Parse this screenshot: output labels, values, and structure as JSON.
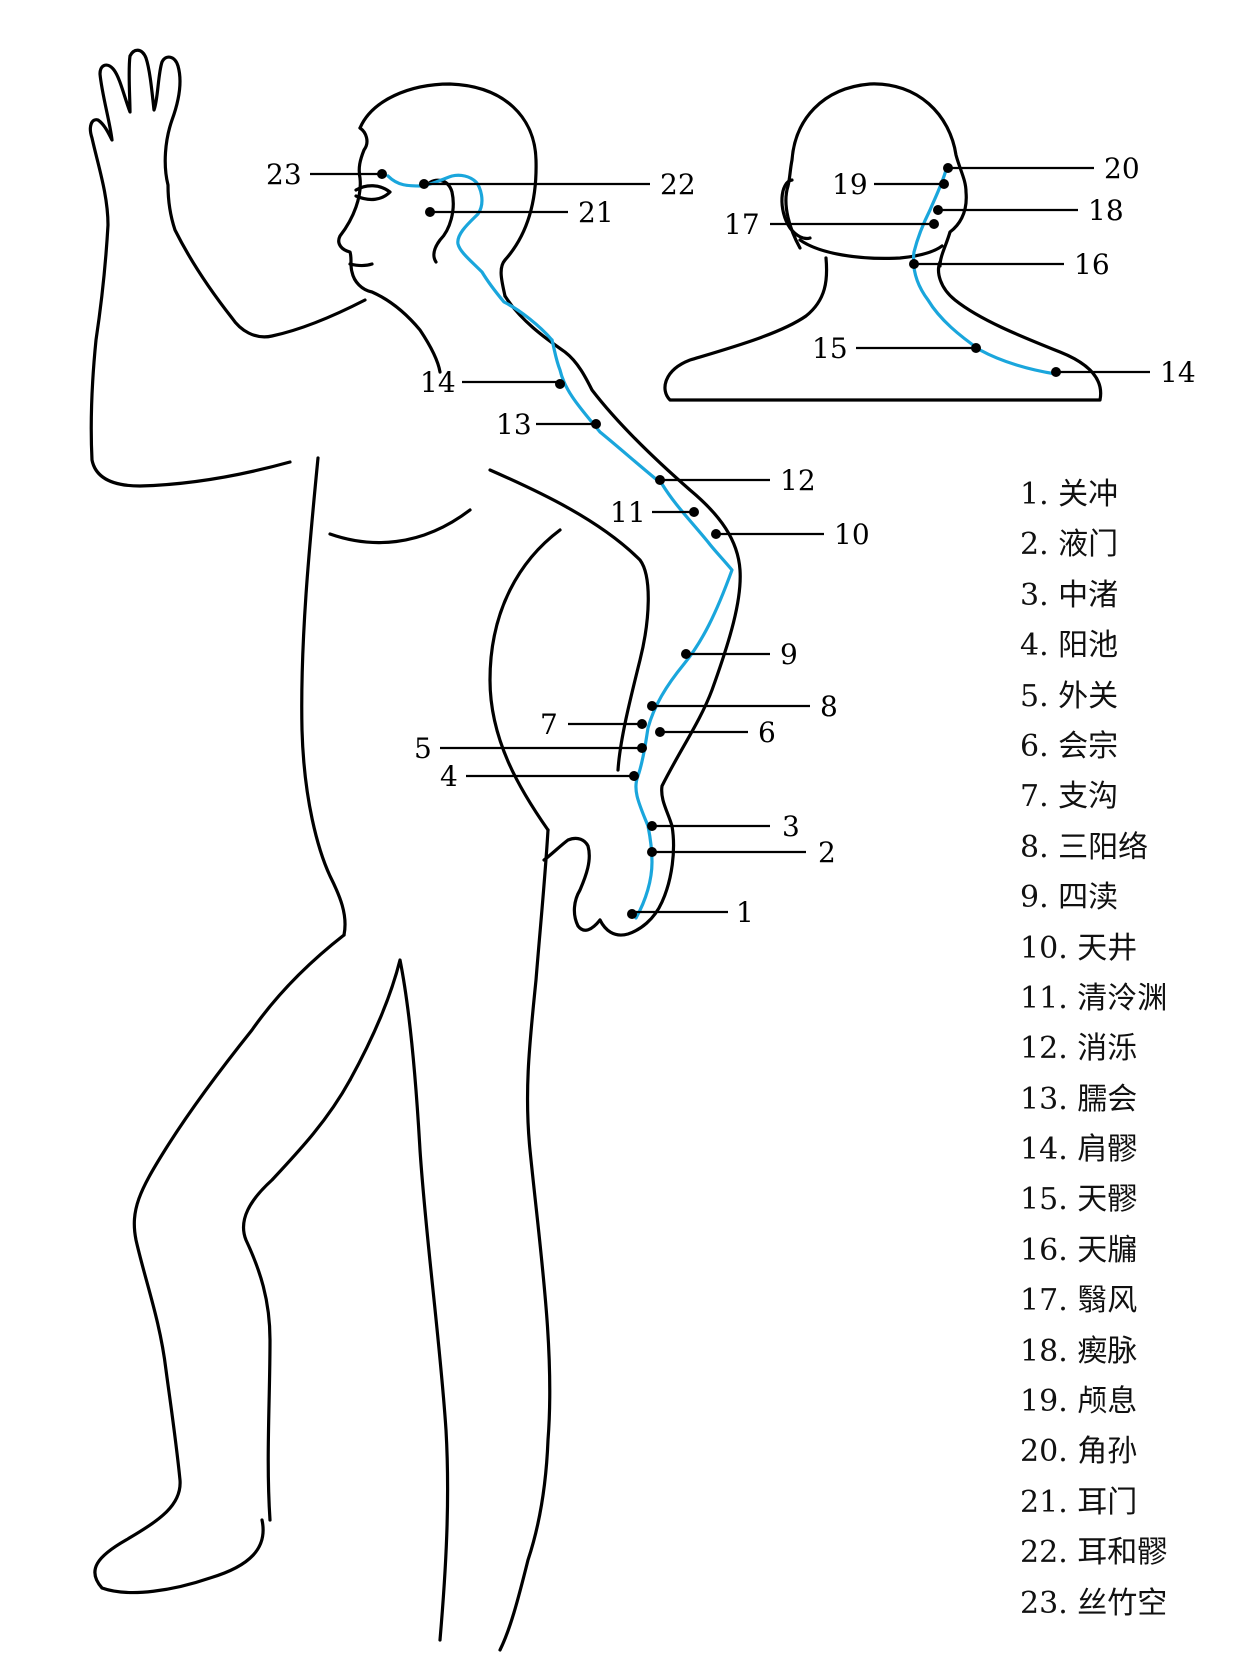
{
  "colors": {
    "outline": "#000000",
    "meridian": "#1aa6dc",
    "point": "#000000"
  },
  "points": [
    {
      "num": "1",
      "name": "关冲"
    },
    {
      "num": "2",
      "name": "液门"
    },
    {
      "num": "3",
      "name": "中渚"
    },
    {
      "num": "4",
      "name": "阳池"
    },
    {
      "num": "5",
      "name": "外关"
    },
    {
      "num": "6",
      "name": "会宗"
    },
    {
      "num": "7",
      "name": "支沟"
    },
    {
      "num": "8",
      "name": "三阳络"
    },
    {
      "num": "9",
      "name": "四渎"
    },
    {
      "num": "10",
      "name": "天井"
    },
    {
      "num": "11",
      "name": "清泠渊"
    },
    {
      "num": "12",
      "name": "消泺"
    },
    {
      "num": "13",
      "name": "臑会"
    },
    {
      "num": "14",
      "name": "肩髎"
    },
    {
      "num": "15",
      "name": "天髎"
    },
    {
      "num": "16",
      "name": "天牖"
    },
    {
      "num": "17",
      "name": "翳风"
    },
    {
      "num": "18",
      "name": "瘈脉"
    },
    {
      "num": "19",
      "name": "颅息"
    },
    {
      "num": "20",
      "name": "角孙"
    },
    {
      "num": "21",
      "name": "耳门"
    },
    {
      "num": "22",
      "name": "耳和髎"
    },
    {
      "num": "23",
      "name": "丝竹空"
    }
  ],
  "back_view_labels": {
    "p14": "14",
    "p15": "15",
    "p16": "16",
    "p17": "17",
    "p18": "18",
    "p19": "19",
    "p20": "20"
  }
}
